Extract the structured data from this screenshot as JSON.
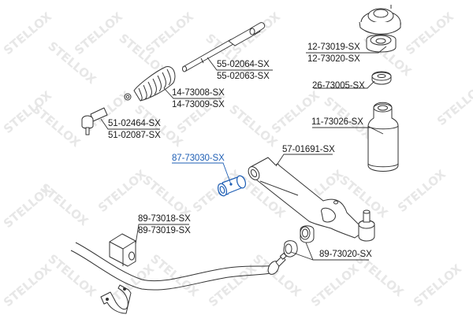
{
  "watermark": {
    "text": "STELLOX",
    "color": "#e4e4e4"
  },
  "colors": {
    "line": "#333333",
    "label": "#1a1a1a",
    "highlight": "#1f5fb5",
    "background": "#ffffff"
  },
  "parts": [
    {
      "id": "tie_rod",
      "labels": [
        "55-02064-SX",
        "55-02063-SX"
      ],
      "highlighted": false
    },
    {
      "id": "steering_boot",
      "labels": [
        "14-73008-SX",
        "14-73009-SX"
      ],
      "highlighted": false
    },
    {
      "id": "tie_rod_end",
      "labels": [
        "51-02464-SX",
        "51-02087-SX"
      ],
      "highlighted": false
    },
    {
      "id": "strut_mount",
      "labels": [
        "12-73019-SX",
        "12-73020-SX"
      ],
      "highlighted": false
    },
    {
      "id": "strut_bearing",
      "labels": [
        "26-73005-SX"
      ],
      "highlighted": false
    },
    {
      "id": "dust_boot",
      "labels": [
        "11-73026-SX"
      ],
      "highlighted": false
    },
    {
      "id": "control_arm",
      "labels": [
        "57-01691-SX"
      ],
      "highlighted": false
    },
    {
      "id": "control_arm_bushing",
      "labels": [
        "87-73030-SX"
      ],
      "highlighted": true
    },
    {
      "id": "stabilizer_bushing",
      "labels": [
        "89-73018-SX",
        "89-73019-SX"
      ],
      "highlighted": false
    },
    {
      "id": "stabilizer_link_bushing",
      "labels": [
        "89-73020-SX"
      ],
      "highlighted": false
    }
  ]
}
